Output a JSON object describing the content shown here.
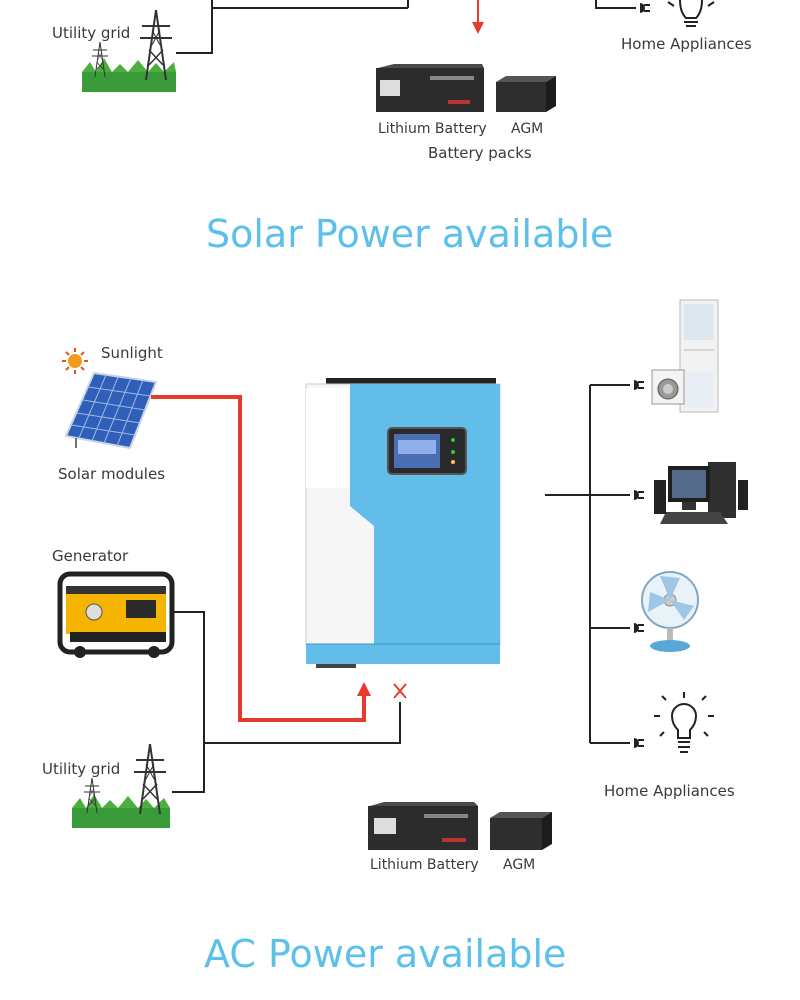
{
  "top_section": {
    "utility_grid_label": "Utility grid",
    "home_appliances_label": "Home Appliances",
    "lithium_battery_label": "Lithium Battery",
    "agm_label": "AGM",
    "battery_packs_label": "Battery packs"
  },
  "solar_title": "Solar Power available",
  "bottom_section": {
    "sunlight_label": "Sunlight",
    "solar_modules_label": "Solar modules",
    "generator_label": "Generator",
    "utility_grid_label": "Utility grid",
    "home_appliances_label": "Home Appliances",
    "lithium_battery_label": "Lithium Battery",
    "agm_label": "AGM",
    "blocked_marker": "X"
  },
  "ac_title": "AC Power available",
  "colors": {
    "title": "#5bc0ea",
    "active_line": "#e53a2c",
    "wire": "#222222",
    "inverter_blue": "#62bde9",
    "grid_green": "#3a9b3a"
  }
}
